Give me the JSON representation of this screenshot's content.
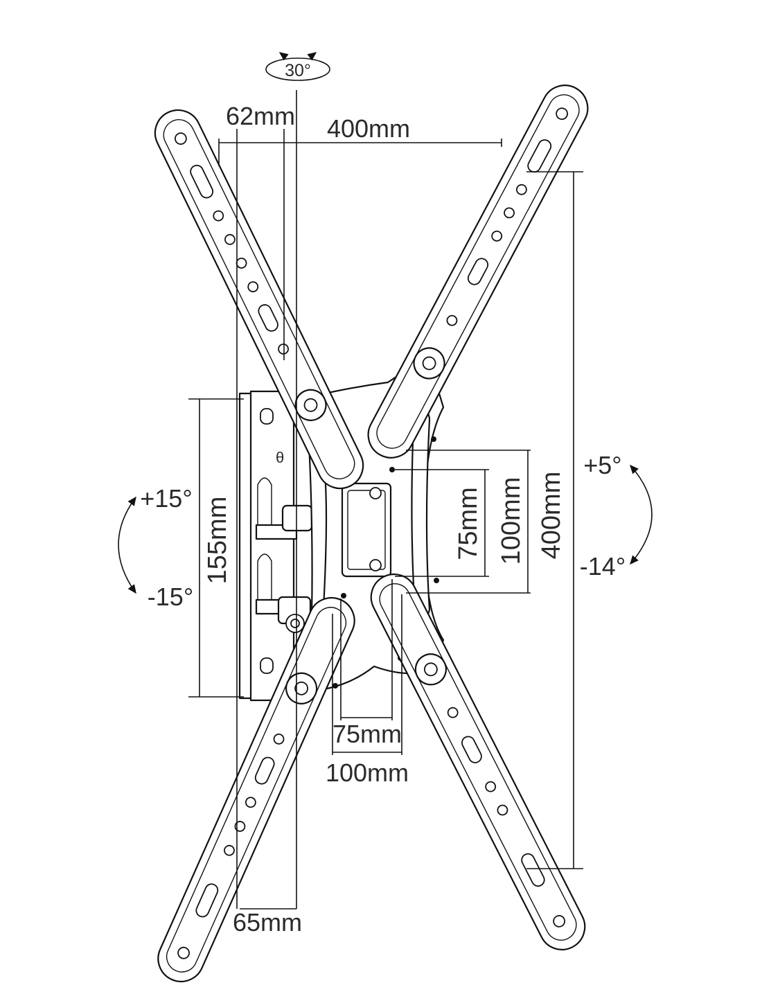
{
  "labels": {
    "swivel": "30°",
    "arm_offset_top": "62mm",
    "arm_width": "400mm",
    "arm_offset_bottom": "65mm",
    "wall_plate_height": "155mm",
    "tilt_up_left": "+15°",
    "tilt_down_left": "-15°",
    "vesa_h_small": "75mm",
    "vesa_h_medium": "100mm",
    "vesa_h_large": "400mm",
    "vesa_w_small": "75mm",
    "vesa_w_medium": "100mm",
    "tilt_up_right": "+5°",
    "tilt_down_right": "-14°"
  },
  "icons": {
    "rotation": "rotation-arrows-icon"
  }
}
